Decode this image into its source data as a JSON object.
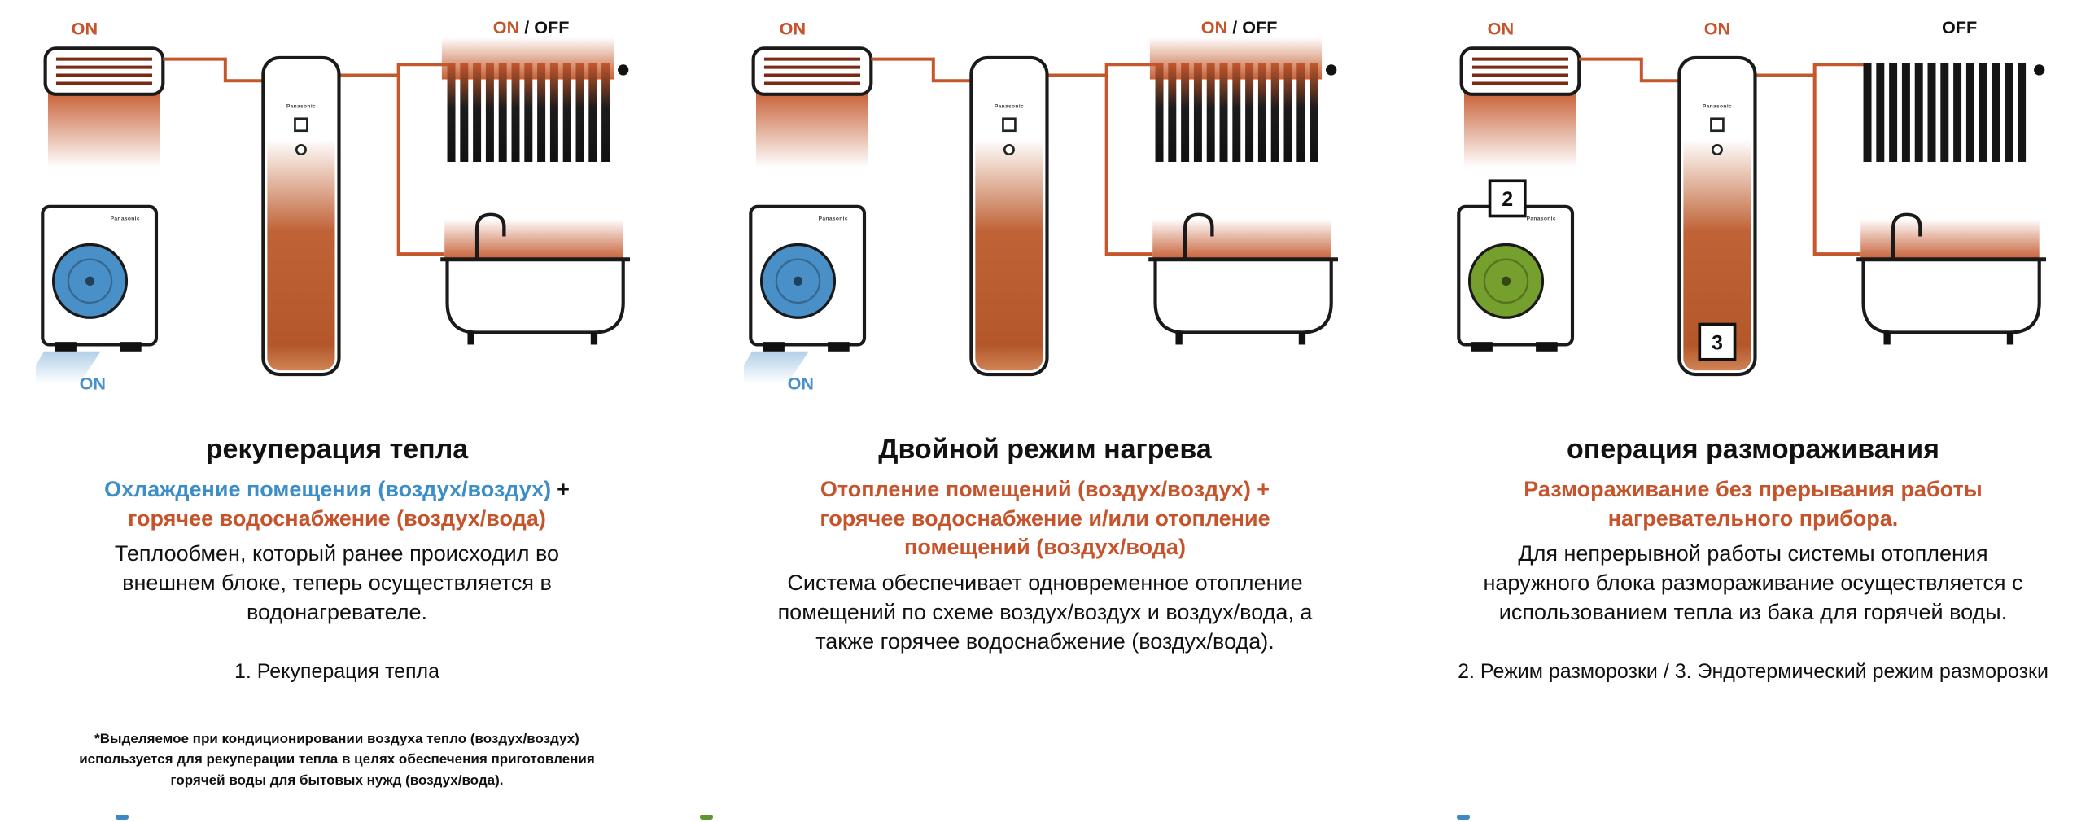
{
  "colors": {
    "accent_orange": "#c5542c",
    "accent_blue": "#4a90c8",
    "fan_blue": "#4a90c8",
    "fan_green": "#76a02e"
  },
  "panels": [
    {
      "id": "heat-recovery",
      "diagram": {
        "ac_on": "ON",
        "radiator_on": "ON",
        "radiator_sep": " / ",
        "radiator_off": "OFF",
        "outdoor_on": "ON",
        "tank_brand": "Panasonic",
        "outdoor_brand": "Panasonic"
      },
      "title": "рекуперация тепла",
      "subtitle_blue": "Охлаждение помещения (воздух/воздух)",
      "subtitle_plus": "+",
      "subtitle_orange": "горячее водоснабжение (воздух/вода)",
      "body": "Теплообмен, который ранее происходил во внешнем блоке, теперь осуществляется в водонагревателе.",
      "legend": "1. Рекуперация тепла",
      "footnote": "*Выделяемое при кондиционировании воздуха тепло (воздух/воздух) используется для рекуперации тепла в целях обеспечения приготовления горячей воды для бытовых нужд (воздух/вода)."
    },
    {
      "id": "dual-mode-heating",
      "diagram": {
        "ac_on": "ON",
        "radiator_on": "ON",
        "radiator_sep": " / ",
        "radiator_off": "OFF",
        "outdoor_on": "ON",
        "tank_brand": "Panasonic",
        "outdoor_brand": "Panasonic"
      },
      "title": "Двойной режим нагрева",
      "subtitle_orange": "Отопление помещений (воздух/воздух) + горячее водоснабжение и/или отопление помещений (воздух/вода)",
      "body": "Система обеспечивает одновременное отопление помещений по схеме воздух/воздух и воздух/вода, а также горячее водоснабжение (воздух/вода)."
    },
    {
      "id": "defrost-operation",
      "diagram": {
        "ac_on": "ON",
        "tank_on": "ON",
        "radiator_off": "OFF",
        "outdoor_badge": "2",
        "tank_badge": "3",
        "tank_brand": "Panasonic",
        "outdoor_brand": "Panasonic"
      },
      "title": "операция размораживания",
      "subtitle_orange": "Размораживание без прерывания работы нагревательного прибора.",
      "body": "Для непрерывной работы системы отопления наружного блока размораживание осуществляется с использованием тепла из бака для горячей воды.",
      "legend": "2. Режим разморозки / 3. Эндотермический режим разморозки"
    }
  ],
  "footer_marks": [
    {
      "color": "#3f88c5"
    },
    {
      "color": "#5d9732"
    },
    {
      "color": "#3f88c5"
    }
  ]
}
